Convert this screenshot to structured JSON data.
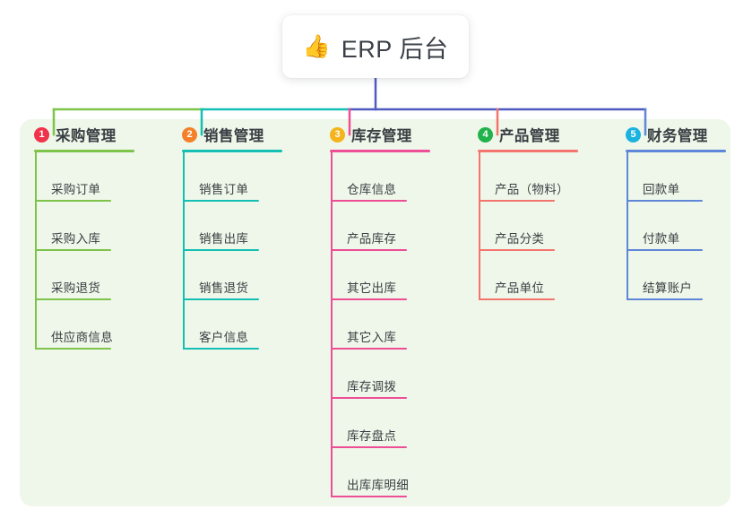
{
  "root": {
    "icon": "thumbs-up-icon",
    "emoji": "👍",
    "title": "ERP 后台"
  },
  "palette": {
    "panel_bg": "#eef7e9",
    "card_bg": "#ffffff",
    "text": "#3a3f44",
    "trunk": "#4f5bbf",
    "branch_green": "#7ec34a",
    "branch_teal": "#15bfb4",
    "branch_pink": "#ee4e96",
    "branch_red": "#f4756f",
    "branch_blue": "#5f86d8"
  },
  "columns": [
    {
      "index": "1",
      "title": "采购管理",
      "badge_color": "#f0324b",
      "line_color": "#7ec34a",
      "items": [
        {
          "label": "采购订单"
        },
        {
          "label": "采购入库"
        },
        {
          "label": "采购退货"
        },
        {
          "label": "供应商信息"
        }
      ]
    },
    {
      "index": "2",
      "title": "销售管理",
      "badge_color": "#f5802a",
      "line_color": "#15bfb4",
      "items": [
        {
          "label": "销售订单"
        },
        {
          "label": "销售出库"
        },
        {
          "label": "销售退货"
        },
        {
          "label": "客户信息"
        }
      ]
    },
    {
      "index": "3",
      "title": "库存管理",
      "badge_color": "#f5b31c",
      "line_color": "#ee4e96",
      "items": [
        {
          "label": "仓库信息"
        },
        {
          "label": "产品库存"
        },
        {
          "label": "其它出库"
        },
        {
          "label": "其它入库"
        },
        {
          "label": "库存调拨"
        },
        {
          "label": "库存盘点"
        },
        {
          "label": "出库库明细"
        }
      ]
    },
    {
      "index": "4",
      "title": "产品管理",
      "badge_color": "#21b24b",
      "line_color": "#f4756f",
      "items": [
        {
          "label": "产品（物料）"
        },
        {
          "label": "产品分类"
        },
        {
          "label": "产品单位"
        }
      ]
    },
    {
      "index": "5",
      "title": "财务管理",
      "badge_color": "#1ab3e0",
      "line_color": "#5f86d8",
      "items": [
        {
          "label": "回款单"
        },
        {
          "label": "付款单"
        },
        {
          "label": "结算账户"
        }
      ]
    }
  ]
}
